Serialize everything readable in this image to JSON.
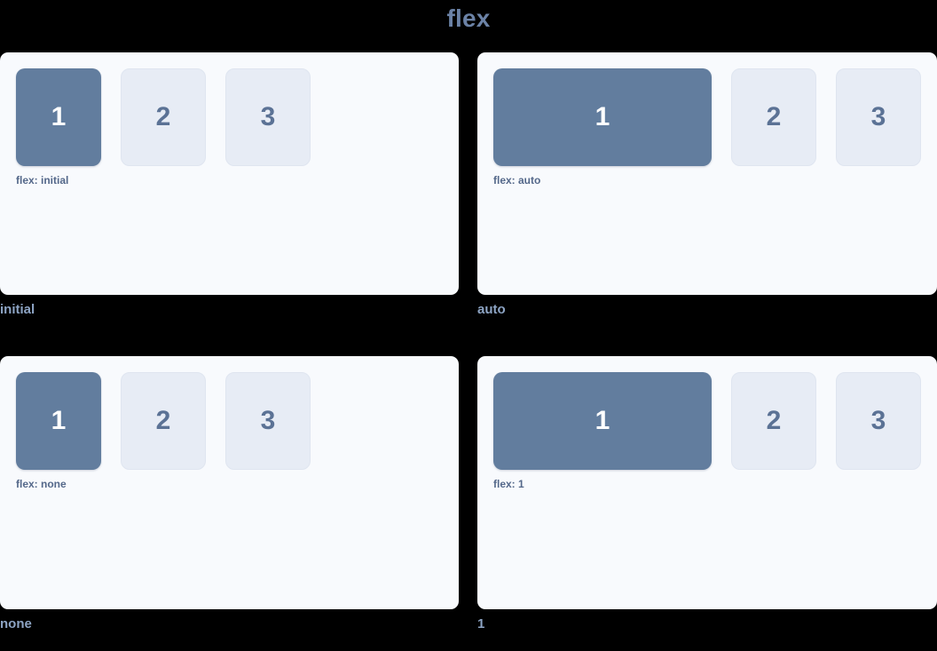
{
  "title": "flex",
  "theme": {
    "page_background": "#000000",
    "card_background": "#f8fafd",
    "primary_box": "#627d9e",
    "muted_box": "#e7ecf5",
    "muted_box_border": "#dfe5f0",
    "title_color": "#6b82a6",
    "caption_color": "#54688a",
    "label_color": "#8da4c4",
    "primary_box_text": "#ffffff",
    "muted_box_text": "#5b7295"
  },
  "demos": [
    {
      "id": "initial",
      "label": "initial",
      "caption": "flex: initial",
      "mode_class": "mode-initial",
      "boxes": [
        {
          "text": "1",
          "style": "primary"
        },
        {
          "text": "2",
          "style": "muted"
        },
        {
          "text": "3",
          "style": "muted"
        }
      ]
    },
    {
      "id": "auto",
      "label": "auto",
      "caption": "flex: auto",
      "mode_class": "mode-auto",
      "boxes": [
        {
          "text": "1",
          "style": "primary"
        },
        {
          "text": "2",
          "style": "muted"
        },
        {
          "text": "3",
          "style": "muted"
        }
      ]
    },
    {
      "id": "none",
      "label": "none",
      "caption": "flex: none",
      "mode_class": "mode-none",
      "boxes": [
        {
          "text": "1",
          "style": "primary"
        },
        {
          "text": "2",
          "style": "muted"
        },
        {
          "text": "3",
          "style": "muted"
        }
      ]
    },
    {
      "id": "1",
      "label": "1",
      "caption": "flex: 1",
      "mode_class": "mode-1",
      "boxes": [
        {
          "text": "1",
          "style": "primary"
        },
        {
          "text": "2",
          "style": "muted"
        },
        {
          "text": "3",
          "style": "muted"
        }
      ]
    }
  ]
}
